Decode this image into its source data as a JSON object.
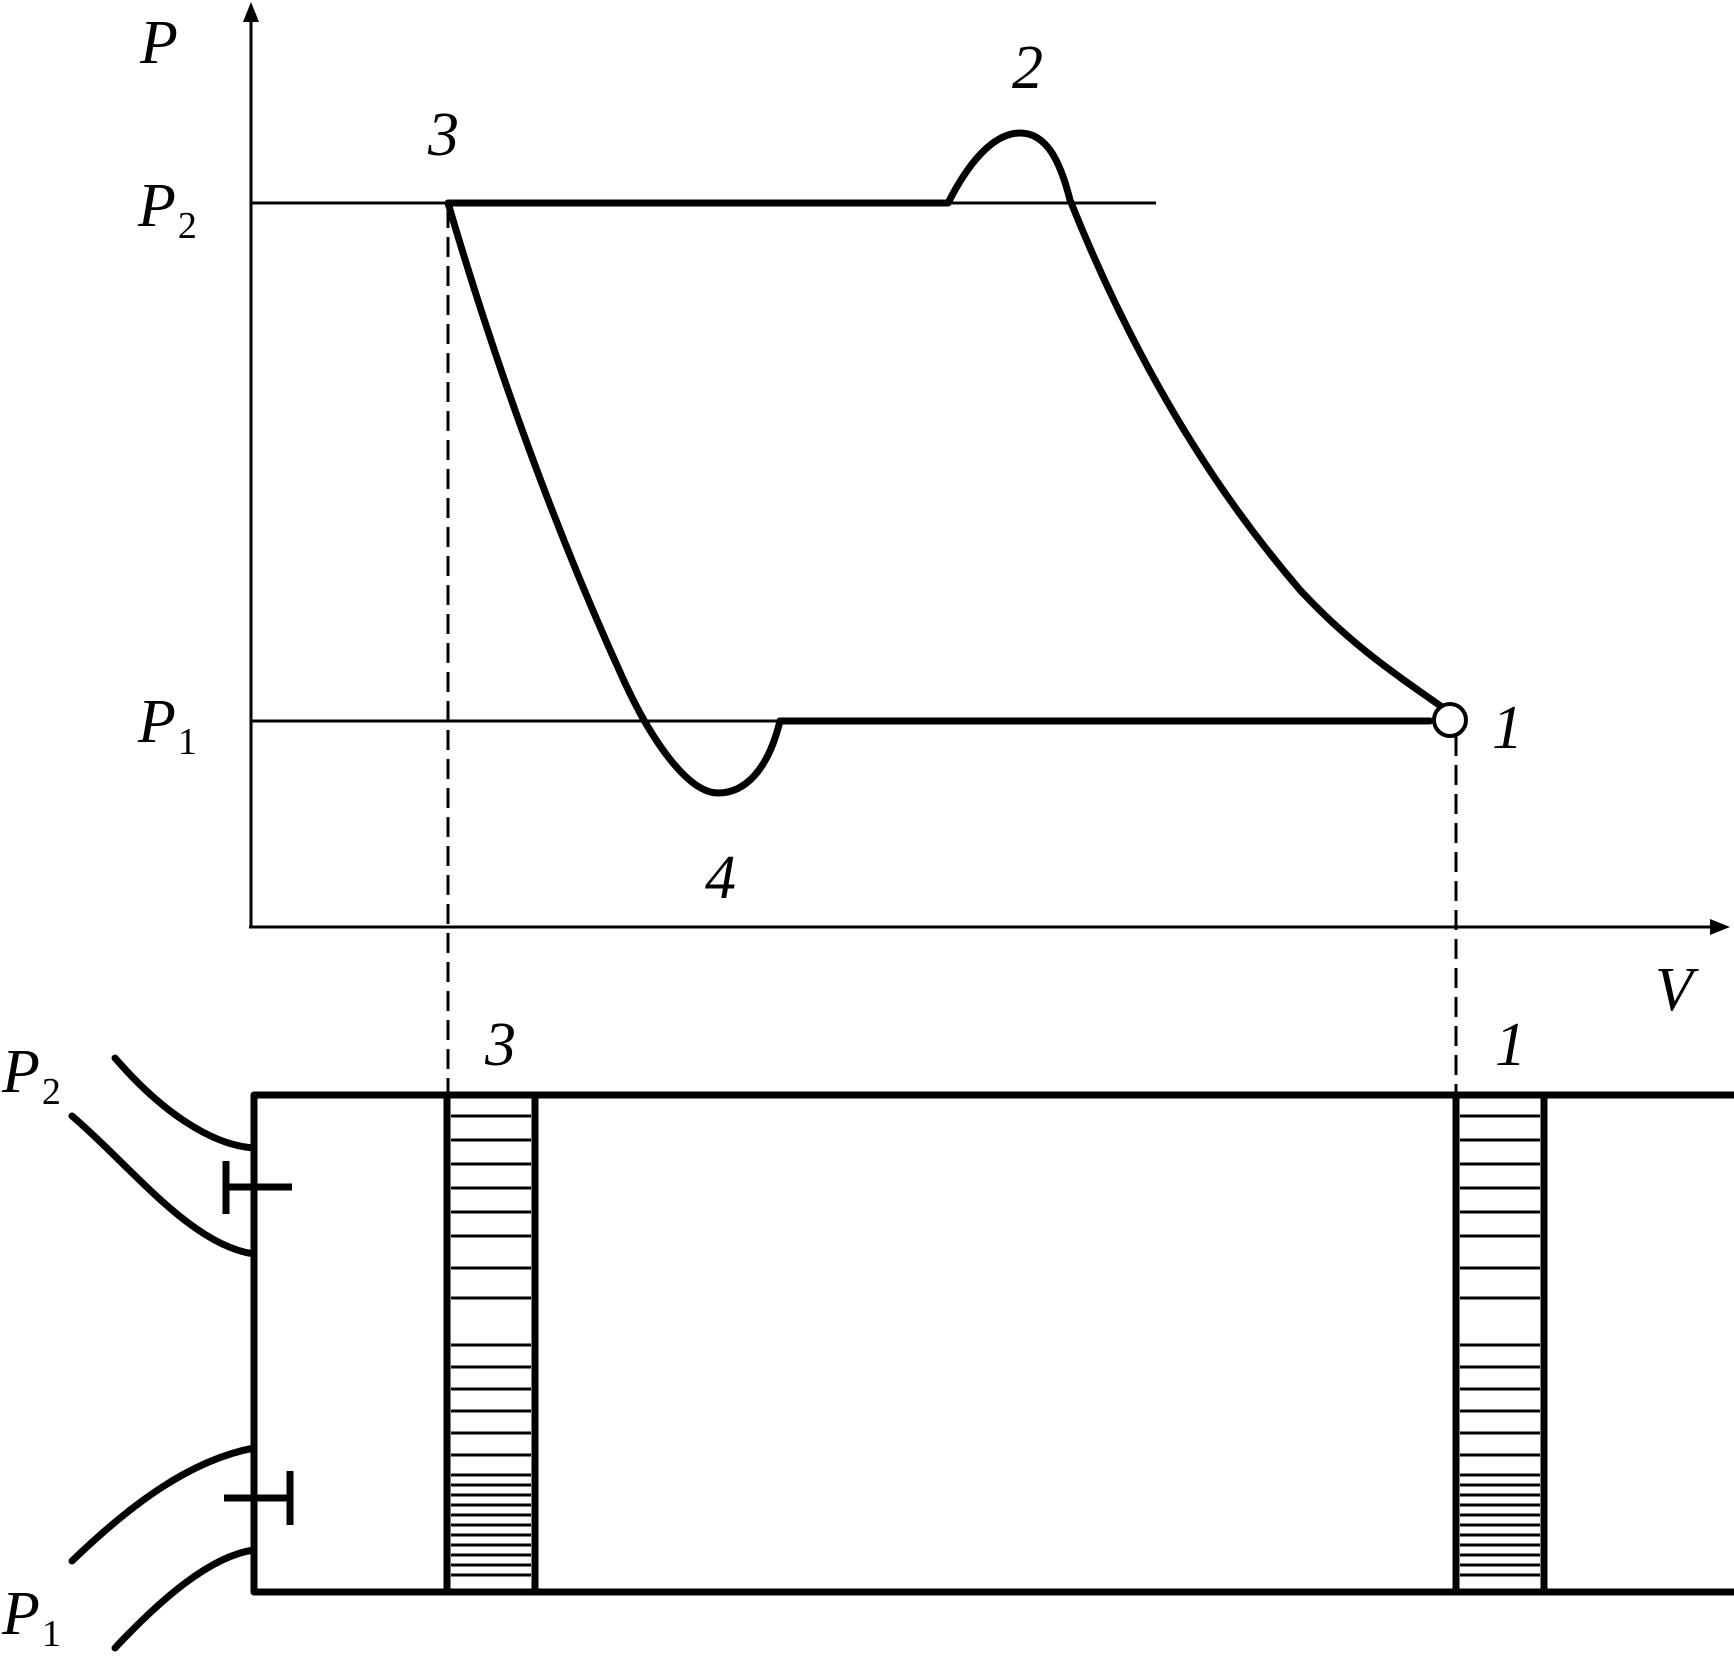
{
  "axes": {
    "pressure": "P",
    "volume": "V"
  },
  "pressure_levels": [
    {
      "symbol": "P",
      "subscript": "2"
    },
    {
      "symbol": "P",
      "subscript": "1"
    }
  ],
  "state_points": {
    "one": "1",
    "two": "2",
    "three": "3",
    "four": "4"
  },
  "cylinder": {
    "piston_left": "3",
    "piston_right": "1",
    "inlet_top": {
      "symbol": "P",
      "subscript": "2"
    },
    "inlet_bottom": {
      "symbol": "P",
      "subscript": "1"
    }
  }
}
